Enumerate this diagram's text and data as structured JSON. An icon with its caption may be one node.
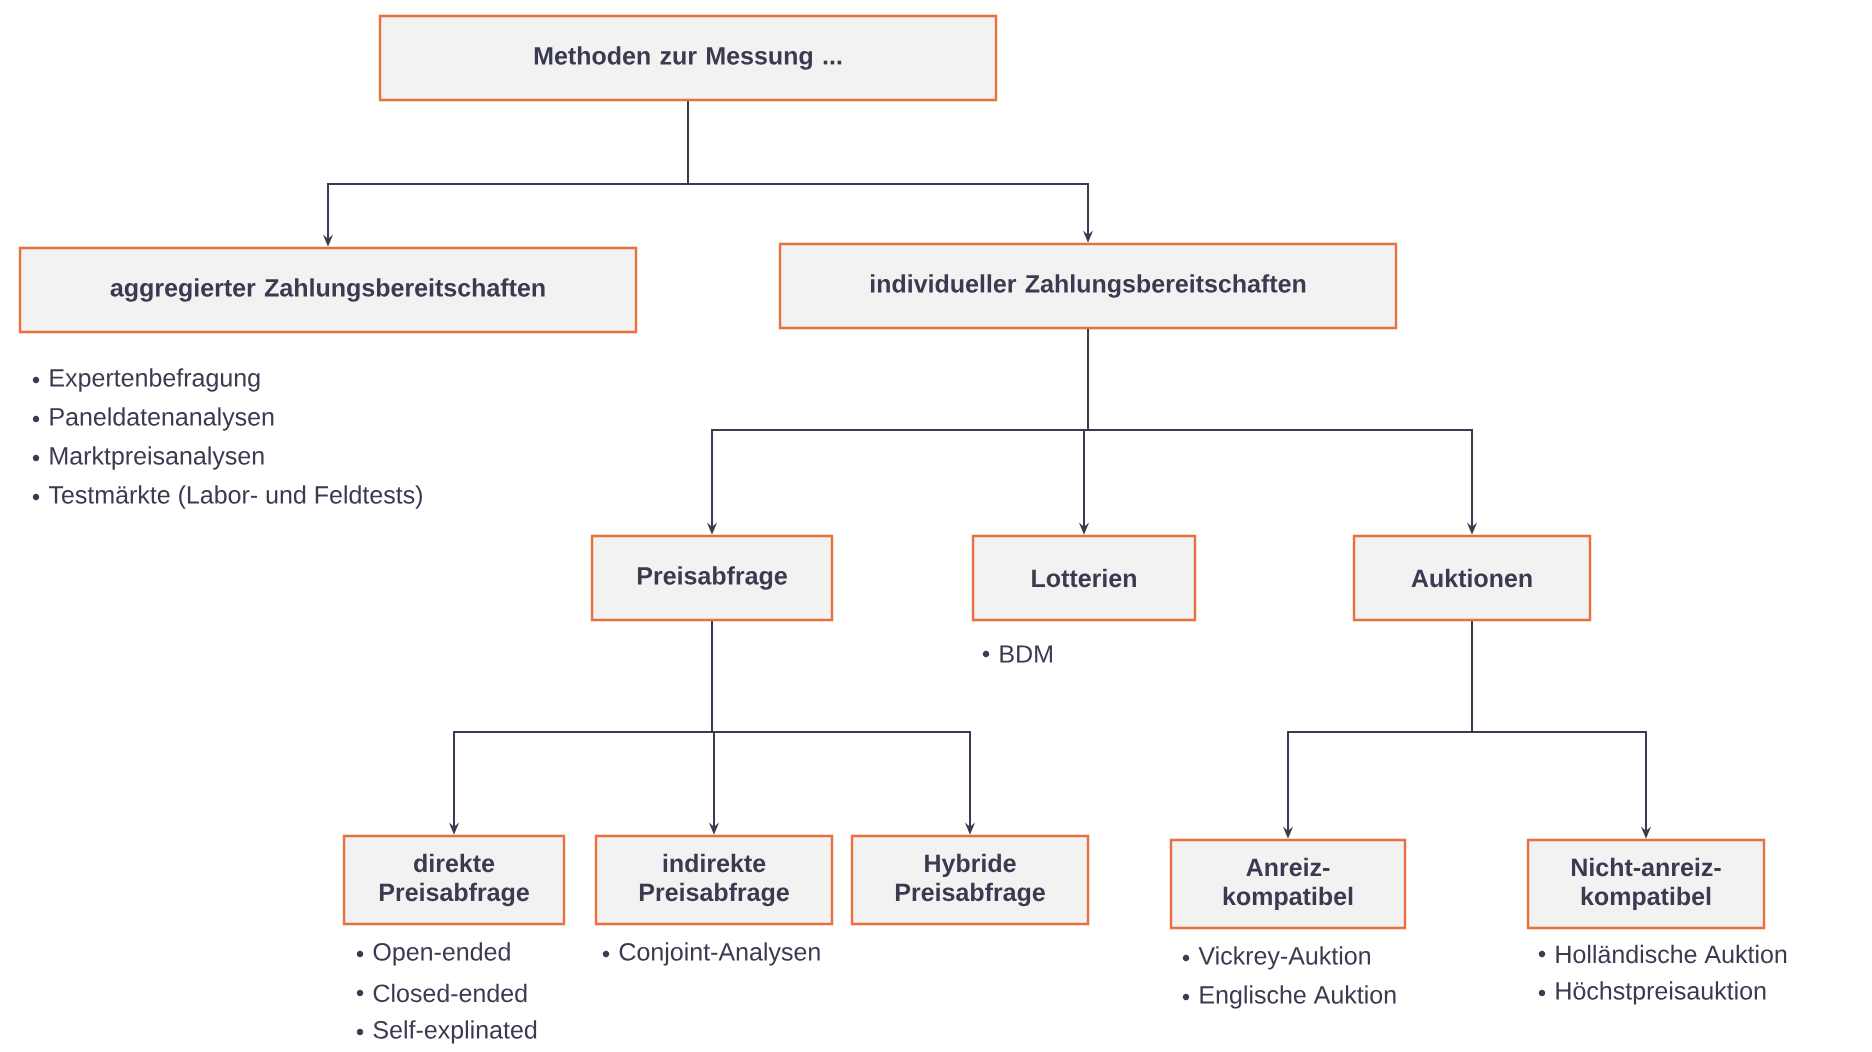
{
  "diagram": {
    "nodes": [
      {
        "text": [
          "Methoden zur Messung ..."
        ]
      },
      {
        "text": [
          "aggregierter Zahlungsbereitschaften"
        ],
        "beside": [
          "Expertenbefragung",
          "Paneldatenanalysen",
          "Marktpreisanalysen",
          "Testmärkte (Labor- und Feldtests)"
        ]
      },
      {
        "text": [
          "individueller Zahlungsbereitschaften"
        ]
      },
      {
        "text": [
          "Preisabfrage"
        ]
      },
      {
        "text": [
          "Lotterien"
        ],
        "beside": [
          "BDM"
        ]
      },
      {
        "text": [
          "Auktionen"
        ]
      },
      {
        "text": [
          "direkte Preisabfrage"
        ],
        "beside": [
          "Open-ended",
          "Closed-ended",
          "Self-explinated"
        ]
      },
      {
        "text": [
          "indirekte Preisabfrage"
        ],
        "beside": [
          "Conjoint-Analysen"
        ]
      },
      {
        "text": [
          "Hybride Preisabfrage"
        ]
      },
      {
        "text": [
          "Anreiz-kompatibel"
        ],
        "beside": [
          "Vickrey-Auktion",
          "Englische Auktion"
        ]
      },
      {
        "text": [
          "Nicht-anreiz-kompatibel"
        ],
        "beside": [
          "Holländische Auktion",
          "Höchstpreisauktion"
        ]
      }
    ],
    "edges": [
      {
        "from": 0,
        "to": 1,
        "arrow": "to"
      },
      {
        "from": 0,
        "to": 2,
        "arrow": "to"
      },
      {
        "from": 2,
        "to": 3,
        "arrow": "to"
      },
      {
        "from": 2,
        "to": 4,
        "arrow": "to"
      },
      {
        "from": 2,
        "to": 5,
        "arrow": "to"
      },
      {
        "from": 3,
        "to": 6,
        "arrow": "to"
      },
      {
        "from": 3,
        "to": 7,
        "arrow": "to"
      },
      {
        "from": 3,
        "to": 8,
        "arrow": "to"
      },
      {
        "from": 5,
        "to": 9,
        "arrow": "to"
      },
      {
        "from": 5,
        "to": 10,
        "arrow": "to"
      }
    ]
  }
}
